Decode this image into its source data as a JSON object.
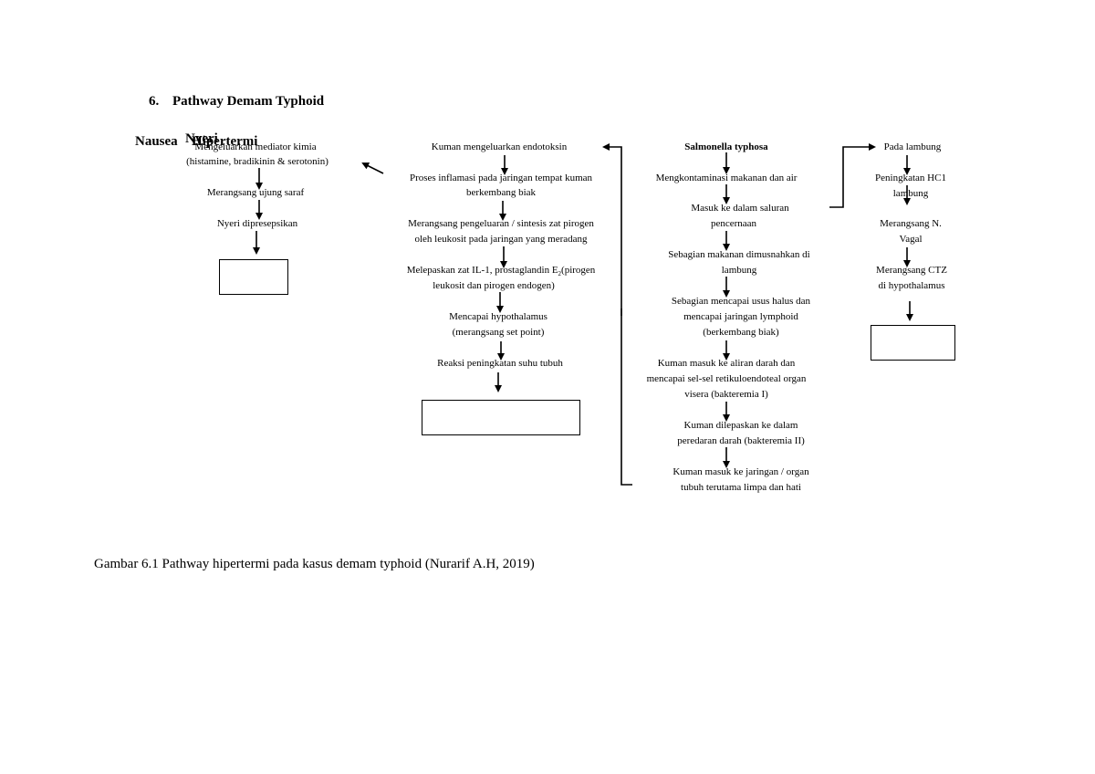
{
  "heading": {
    "number": "6.",
    "title": "Pathway Demam Typhoid"
  },
  "diagnoses": {
    "nausea": "Nausea",
    "nyeri": "Nyeri",
    "hipertermi": "Hipertermi"
  },
  "col_nyeri": [
    "Mengeluarkan mediator kimia",
    "(histamine, bradikinin & serotonin)",
    "Merangsang ujung saraf",
    "Nyeri dipresepsikan"
  ],
  "col_hipertermi": [
    "Kuman mengeluarkan endotoksin",
    "Proses inflamasi pada jaringan tempat kuman",
    "berkembang biak",
    "Merangsang pengeluaran / sintesis zat pirogen",
    "oleh leukosit pada jaringan yang meradang",
    "Melepaskan zat IL-1, prostaglandin E",
    "2",
    "(pirogen",
    "leukosit dan pirogen endogen)",
    "Mencapai hypothalamus",
    "(merangsang set point)",
    "Reaksi peningkatan suhu tubuh"
  ],
  "col_salmonella": [
    "Salmonella typhosa",
    "Mengkontaminasi makanan dan air",
    "Masuk ke dalam saluran",
    "pencernaan",
    "Sebagian makanan dimusnahkan di",
    "lambung",
    "Sebagian mencapai usus halus dan",
    "mencapai jaringan lymphoid",
    "(berkembang biak)",
    "Kuman masuk ke aliran darah dan",
    "mencapai sel-sel retikuloendoteal organ",
    "visera (bakteremia I)",
    "Kuman dilepaskan ke dalam",
    "peredaran darah (bakteremia II)",
    "Kuman masuk ke jaringan / organ",
    "tubuh terutama limpa dan hati"
  ],
  "col_nausea": [
    "Pada lambung",
    "Peningkatan HC1",
    "lambung",
    "Merangsang N.",
    "Vagal",
    "Merangsang CTZ",
    "di hypothalamus"
  ],
  "caption": "Gambar 6.1 Pathway hipertermi pada kasus demam typhoid  (Nurarif A.H, 2019)"
}
